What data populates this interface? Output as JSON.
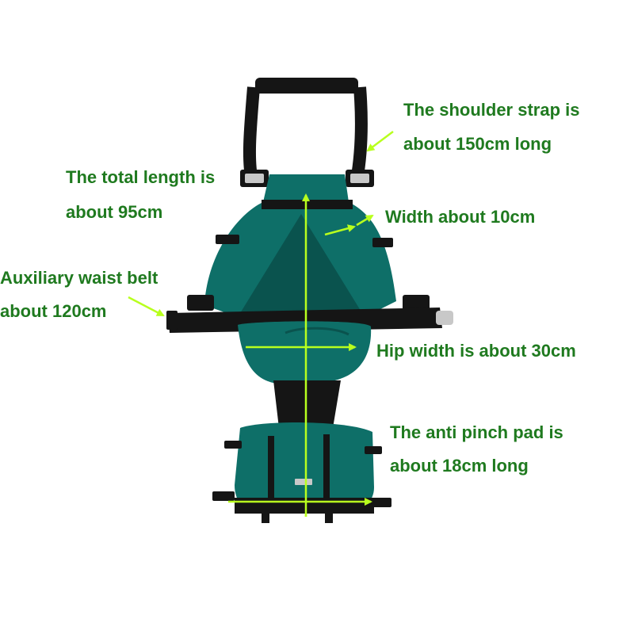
{
  "colors": {
    "label_text": "#1f7a1f",
    "arrow": "#b8ff1e",
    "fabric": "#0e6f68",
    "fabric_dark": "#0a534e",
    "strap": "#151515",
    "buckle": "#c8c8c8"
  },
  "annotations": {
    "shoulder_line1": "The shoulder strap is",
    "shoulder_line2": "about 150cm long",
    "length_line1": "The total length is",
    "length_line2": "about 95cm",
    "width": "Width about 10cm",
    "waist_line1": "Auxiliary waist belt",
    "waist_line2": "about 120cm",
    "hip": "Hip width is about 30cm",
    "pad_line1": "The anti pinch pad is",
    "pad_line2": "about 18cm long"
  }
}
